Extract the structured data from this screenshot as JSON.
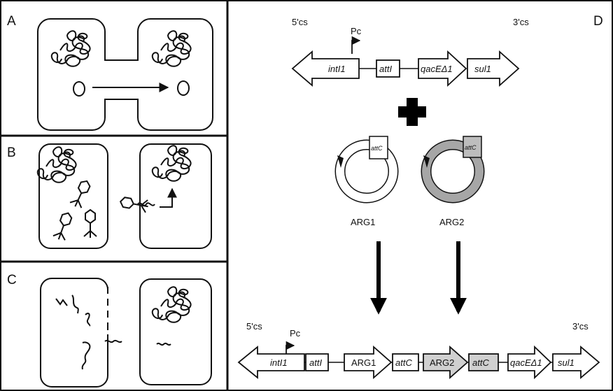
{
  "panels": {
    "a": {
      "label": "A"
    },
    "b": {
      "label": "B"
    },
    "c": {
      "label": "C"
    },
    "d": {
      "label": "D"
    }
  },
  "top_cassette": {
    "left_end": "5'cs",
    "right_end": "3'cs",
    "promoter": "Pc",
    "genes": [
      "intI1",
      "attI",
      "qacEΔ1",
      "sul1"
    ]
  },
  "plasmids": [
    {
      "name": "ARG1",
      "site": "attC",
      "fill": "#ffffff"
    },
    {
      "name": "ARG2",
      "site": "attC",
      "fill": "#a6a6a6"
    }
  ],
  "bottom_cassette": {
    "left_end": "5'cs",
    "right_end": "3'cs",
    "promoter": "Pc",
    "genes": [
      "intI1",
      "attI",
      "ARG1",
      "attC",
      "ARG2",
      "attC",
      "qacEΔ1",
      "sul1"
    ]
  },
  "colors": {
    "ink": "#111111",
    "arg2_fill": "#d0d0d0",
    "plasmid2_fill": "#a6a6a6"
  }
}
